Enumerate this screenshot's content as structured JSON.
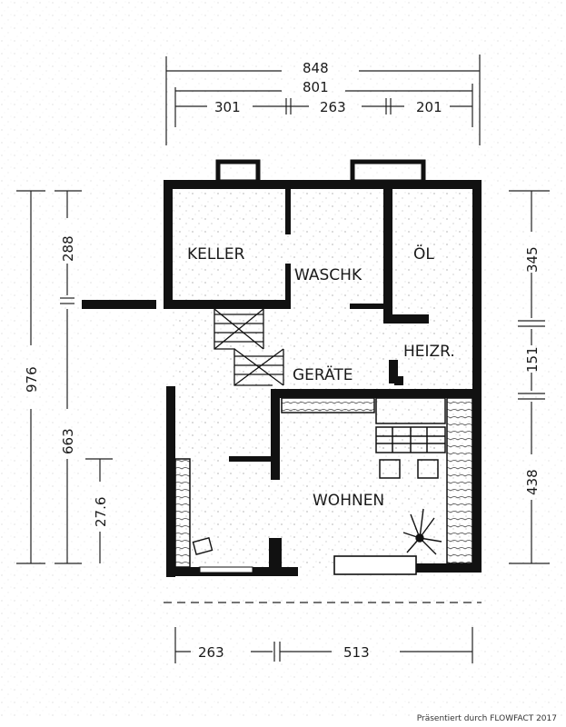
{
  "rooms": {
    "keller": "KELLER",
    "waschk": "WASCHK",
    "oel": "ÖL",
    "heizr": "HEIZR.",
    "geraete": "GERÄTE",
    "wohnen": "WOHNEN"
  },
  "dimensions": {
    "top_total_outer": "848",
    "top_total_inner": "801",
    "top_seg1": "301",
    "top_seg2": "263",
    "top_seg3": "201",
    "bottom_seg1": "263",
    "bottom_seg2": "513",
    "left_total": "976",
    "left_upper": "288",
    "left_lower": "663",
    "left_inner": "27.6",
    "right_upper": "345",
    "right_mid": "151",
    "right_lower": "438"
  },
  "footer": {
    "credit": "Präsentiert durch FLOWFACT 2017"
  }
}
